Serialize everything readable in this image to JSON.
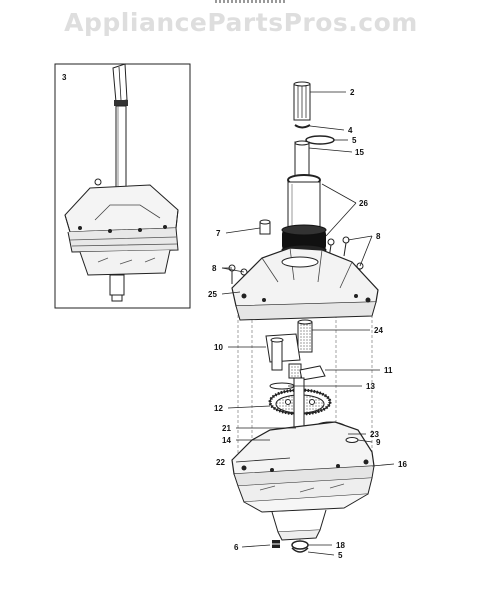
{
  "watermark": "AppliancePartsPros.com",
  "inset_label": "3",
  "callouts": {
    "c2": "2",
    "c4": "4",
    "c5a": "5",
    "c15": "15",
    "c26": "26",
    "c7": "7",
    "c8a": "8",
    "c8b": "8",
    "c25": "25",
    "c24": "24",
    "c10": "10",
    "c11": "11",
    "c13": "13",
    "c12": "12",
    "c21": "21",
    "c14": "14",
    "c23": "23",
    "c9": "9",
    "c22": "22",
    "c16": "16",
    "c6": "6",
    "c18": "18",
    "c5b": "5"
  }
}
